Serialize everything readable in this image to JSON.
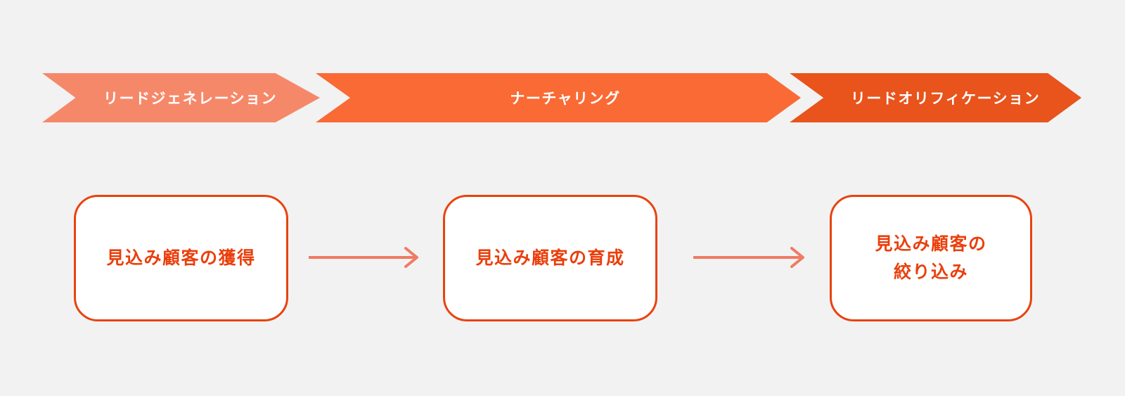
{
  "background_color": "#F2F2F2",
  "stages": [
    {
      "label": "リードジェネレーション",
      "color": "#F6886A",
      "text_color": "#FFFFFF"
    },
    {
      "label": "ナーチャリング",
      "color": "#FA6A35",
      "text_color": "#FFFFFF"
    },
    {
      "label": "リードオリフィケーション",
      "color": "#E9531C",
      "text_color": "#FFFFFF"
    }
  ],
  "steps": [
    {
      "label": "見込み顧客の獲得",
      "border_color": "#E8430F",
      "fill_color": "#FFFFFF",
      "text_color": "#EA3F0C"
    },
    {
      "label": "見込み顧客の育成",
      "border_color": "#E8430F",
      "fill_color": "#FFFFFF",
      "text_color": "#EA3F0C"
    },
    {
      "label": "見込み顧客の\n絞り込み",
      "border_color": "#E8430F",
      "fill_color": "#FFFFFF",
      "text_color": "#EA3F0C"
    }
  ],
  "connectors": [
    {
      "name": "arrow-step1-to-step2",
      "color": "#F07B64"
    },
    {
      "name": "arrow-step2-to-step3",
      "color": "#F07B64"
    }
  ]
}
